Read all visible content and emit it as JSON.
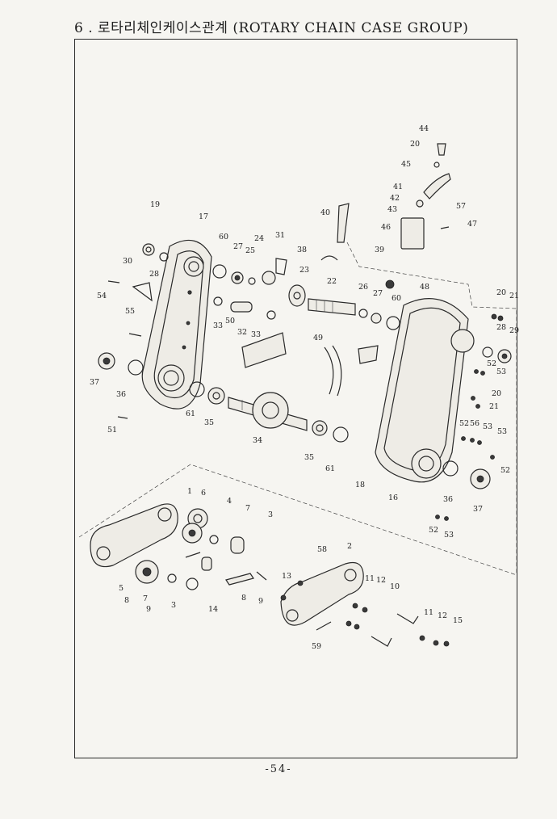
{
  "header": {
    "title": "6 . 로타리체인케이스관계 (ROTARY CHAIN CASE GROUP)"
  },
  "footer": {
    "page_number": "-54-"
  },
  "labels": [
    "44",
    "20",
    "45",
    "41",
    "42",
    "43",
    "57",
    "47",
    "46",
    "39",
    "40",
    "19",
    "17",
    "60",
    "27",
    "24",
    "31",
    "25",
    "38",
    "30",
    "28",
    "23",
    "22",
    "26",
    "48",
    "27",
    "60",
    "20",
    "21",
    "54",
    "55",
    "50",
    "33",
    "32",
    "33",
    "28",
    "29",
    "49",
    "52",
    "53",
    "37",
    "36",
    "20",
    "21",
    "61",
    "35",
    "34",
    "51",
    "52",
    "56",
    "53",
    "53",
    "35",
    "61",
    "18",
    "16",
    "52",
    "36",
    "37",
    "1",
    "6",
    "4",
    "7",
    "3",
    "52",
    "53",
    "58",
    "2",
    "13",
    "11",
    "12",
    "10",
    "5",
    "8",
    "7",
    "9",
    "3",
    "14",
    "8",
    "9",
    "59",
    "11",
    "12",
    "15"
  ]
}
